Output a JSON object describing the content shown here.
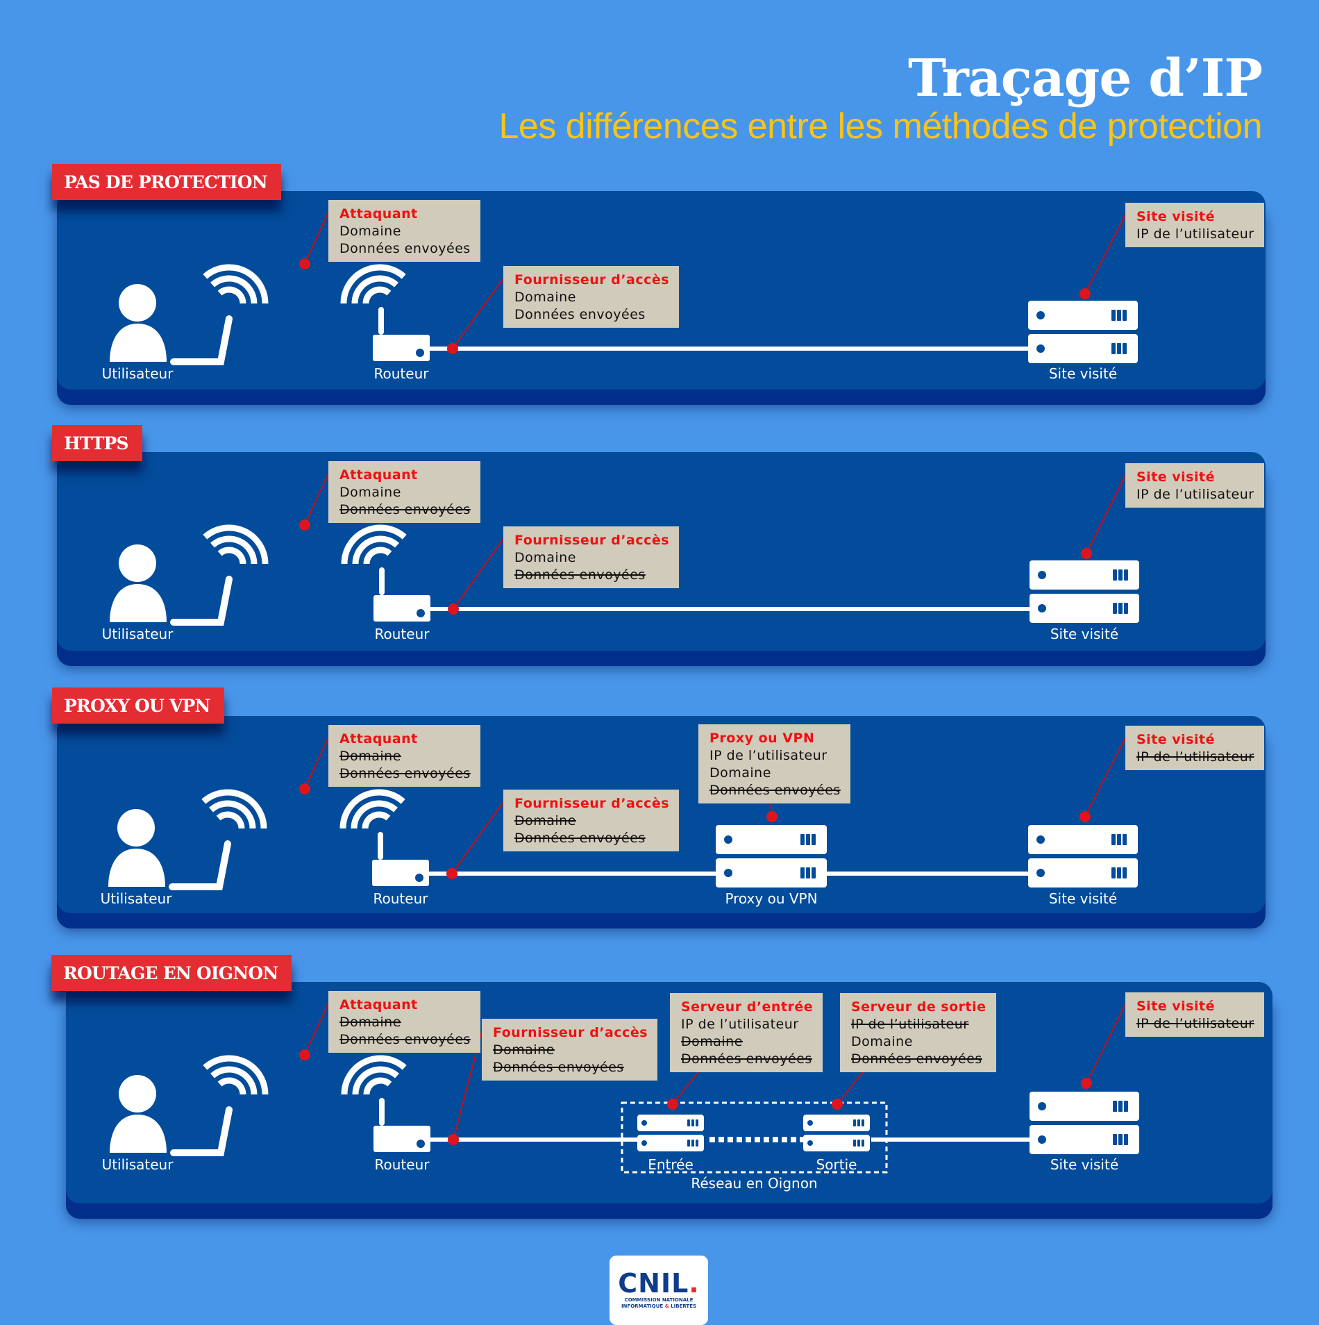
{
  "header": {
    "title": "Traçage d’IP",
    "subtitle": "Les différences entre les méthodes de protection"
  },
  "colors": {
    "background": "#4896ea",
    "panel": "#034c9b",
    "tag": "#e32d33",
    "subtitle": "#f7c51a",
    "callout_box": "#d0cbbb",
    "callout_title": "#ee1111"
  },
  "nodes": {
    "user": "Utilisateur",
    "router": "Routeur",
    "site": "Site visité",
    "proxy": "Proxy ou VPN",
    "entry": "Entrée",
    "exit": "Sortie",
    "onion_network": "Réseau en Oignon"
  },
  "sections": [
    {
      "tag": "PAS DE PROTECTION",
      "callouts": {
        "attacker": {
          "title": "Attaquant",
          "lines": [
            {
              "text": "Domaine",
              "struck": false
            },
            {
              "text": "Données envoyées",
              "struck": false
            }
          ]
        },
        "isp": {
          "title": "Fournisseur d’accès",
          "lines": [
            {
              "text": "Domaine",
              "struck": false
            },
            {
              "text": "Données envoyées",
              "struck": false
            }
          ]
        },
        "site": {
          "title": "Site visité",
          "lines": [
            {
              "text": "IP de l’utilisateur",
              "struck": false
            }
          ]
        }
      }
    },
    {
      "tag": "HTTPS",
      "callouts": {
        "attacker": {
          "title": "Attaquant",
          "lines": [
            {
              "text": "Domaine",
              "struck": false
            },
            {
              "text": "Données envoyées",
              "struck": true
            }
          ]
        },
        "isp": {
          "title": "Fournisseur d’accès",
          "lines": [
            {
              "text": "Domaine",
              "struck": false
            },
            {
              "text": "Données envoyées",
              "struck": true
            }
          ]
        },
        "site": {
          "title": "Site visité",
          "lines": [
            {
              "text": "IP de l’utilisateur",
              "struck": false
            }
          ]
        }
      }
    },
    {
      "tag": "PROXY OU VPN",
      "callouts": {
        "attacker": {
          "title": "Attaquant",
          "lines": [
            {
              "text": "Domaine",
              "struck": true
            },
            {
              "text": "Données envoyées",
              "struck": true
            }
          ]
        },
        "isp": {
          "title": "Fournisseur d’accès",
          "lines": [
            {
              "text": "Domaine",
              "struck": true
            },
            {
              "text": "Données envoyées",
              "struck": true
            }
          ]
        },
        "proxy": {
          "title": "Proxy ou VPN",
          "lines": [
            {
              "text": "IP de l’utilisateur",
              "struck": false
            },
            {
              "text": "Domaine",
              "struck": false
            },
            {
              "text": "Données envoyées",
              "struck": true
            }
          ]
        },
        "site": {
          "title": "Site visité",
          "lines": [
            {
              "text": "IP de l’utilisateur",
              "struck": true
            }
          ]
        }
      }
    },
    {
      "tag": "ROUTAGE EN OIGNON",
      "callouts": {
        "attacker": {
          "title": "Attaquant",
          "lines": [
            {
              "text": "Domaine",
              "struck": true
            },
            {
              "text": "Données envoyées",
              "struck": true
            }
          ]
        },
        "isp": {
          "title": "Fournisseur d’accès",
          "lines": [
            {
              "text": "Domaine",
              "struck": true
            },
            {
              "text": "Données envoyées",
              "struck": true
            }
          ]
        },
        "entry": {
          "title": "Serveur d’entrée",
          "lines": [
            {
              "text": "IP de l’utilisateur",
              "struck": false
            },
            {
              "text": "Domaine",
              "struck": true
            },
            {
              "text": "Données envoyées",
              "struck": true
            }
          ]
        },
        "exit": {
          "title": "Serveur de sortie",
          "lines": [
            {
              "text": "IP de l’utilisateur",
              "struck": true
            },
            {
              "text": "Domaine",
              "struck": false
            },
            {
              "text": "Données envoyées",
              "struck": true
            }
          ]
        },
        "site": {
          "title": "Site visité",
          "lines": [
            {
              "text": "IP de l’utilisateur",
              "struck": true
            }
          ]
        }
      }
    }
  ],
  "logo": {
    "name": "CNIL",
    "dot": ".",
    "line1": "COMMISSION NATIONALE",
    "line2_a": "INFORMATIQUE",
    "line2_amp": "&",
    "line2_b": "LIBERTÉS"
  }
}
